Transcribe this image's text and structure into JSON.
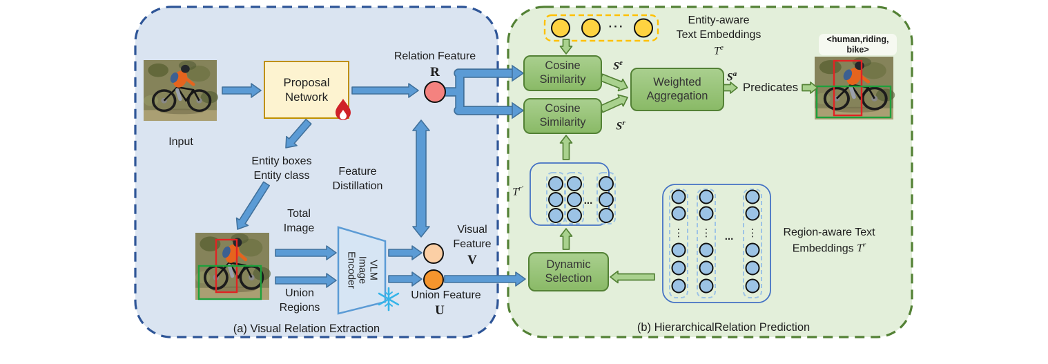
{
  "figure": {
    "panel_a": {
      "caption": "(a) Visual Relation Extraction",
      "input_label": "Input",
      "proposal_network": {
        "line1": "Proposal",
        "line2": "Network"
      },
      "relation_feature": {
        "label": "Relation Feature",
        "symbol": "R"
      },
      "entity_outputs": {
        "line1": "Entity boxes",
        "line2": "Entity class"
      },
      "feature_distillation": {
        "line1": "Feature",
        "line2": "Distillation"
      },
      "total_image": {
        "line1": "Total",
        "line2": "Image"
      },
      "union_regions": {
        "line1": "Union",
        "line2": "Regions"
      },
      "vlm_encoder": {
        "line1": "VLM",
        "line2": "Image",
        "line3": "Encoder"
      },
      "visual_feature": {
        "line1": "Visual",
        "line2": "Feature",
        "symbol": "V"
      },
      "union_feature": {
        "label": "Union Feature",
        "symbol": "U"
      }
    },
    "panel_b": {
      "caption": "(b) HierarchicalRelation Prediction",
      "entity_embeddings": {
        "line1": "Entity-aware",
        "line2": "Text Embeddings",
        "symbol": "T",
        "sup": "e"
      },
      "cosine_similarity_1": {
        "line1": "Cosine",
        "line2": "Similarity"
      },
      "cosine_similarity_2": {
        "line1": "Cosine",
        "line2": "Similarity"
      },
      "scores": {
        "entity": {
          "base": "S",
          "sup": "e"
        },
        "region": {
          "base": "S",
          "sup": "r"
        },
        "aggregated": {
          "base": "S",
          "sup": "a"
        }
      },
      "weighted_aggregation": {
        "line1": "Weighted",
        "line2": "Aggregation"
      },
      "predicates_label": "Predicates",
      "selected_embeddings": {
        "symbol": "T",
        "sup": "r′"
      },
      "dynamic_selection": {
        "line1": "Dynamic",
        "line2": "Selection"
      },
      "region_embeddings": {
        "line1": "Region-aware Text",
        "line2": "Embeddings",
        "symbol": "T",
        "sup": "r"
      },
      "output_triplet": {
        "line1": "<human,riding,",
        "line2": "bike>"
      },
      "ellipsis_h": "···",
      "ellipsis_dots": "...",
      "ellipsis_v": "⋮"
    },
    "colors": {
      "panel_a_bg": "#dae4f1",
      "panel_a_border": "#2e5597",
      "panel_b_bg": "#e3efda",
      "panel_b_border": "#538135",
      "blue_arrow": "#5b9bd5",
      "green_arrow": "#a9d18e",
      "green_box": "#94c173",
      "proposal_fill": "#fdf3d0",
      "proposal_border": "#bf9000",
      "relation_feature_circle": "#f4827f",
      "visual_feature_circle": "#fbcfa5",
      "union_feature_circle": "#f5952d",
      "entity_embedding_circle": "#fed341",
      "region_embedding_circle": "#9cc3e5",
      "snowflake": "#35b4e9",
      "flame": "#cf2128"
    }
  }
}
